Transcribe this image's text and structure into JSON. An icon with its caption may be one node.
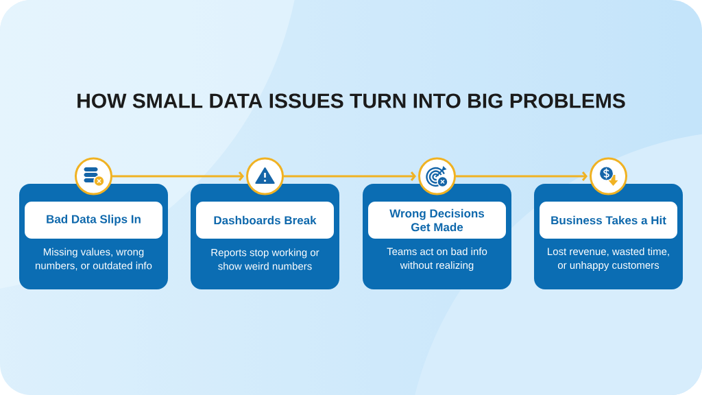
{
  "diagram": {
    "title": "HOW SMALL DATA ISSUES TURN INTO BIG PROBLEMS",
    "nodes": [
      {
        "text": [],
        "shape": "circle"
      },
      {
        "text": [
          "Missing values, wrong numbers, or outdated info"
        ]
      },
      {
        "text": [
          "Bad Data Slips In"
        ],
        "in": 1
      },
      {
        "text": [],
        "shape": "circle"
      },
      {
        "text": [
          "Reports stop working or show weird numbers"
        ]
      },
      {
        "text": [
          "Dashboards Break"
        ],
        "in": 4
      },
      {
        "text": [],
        "shape": "circle"
      },
      {
        "text": [
          "Teams act on bad info without realizing"
        ]
      },
      {
        "text": [
          "Wrong Decisions Get Made"
        ],
        "in": 7
      },
      {
        "text": [],
        "shape": "circle"
      },
      {
        "text": [
          "Lost revenue, wasted time, or unhappy customers"
        ]
      },
      {
        "text": [
          "Business Takes a Hit"
        ],
        "in": 10
      }
    ],
    "edges": [
      {
        "from": 0,
        "to": 3,
        "arrow": "to"
      },
      {
        "from": 3,
        "to": 6,
        "arrow": "to"
      },
      {
        "from": 6,
        "to": 9,
        "arrow": "to"
      }
    ]
  }
}
